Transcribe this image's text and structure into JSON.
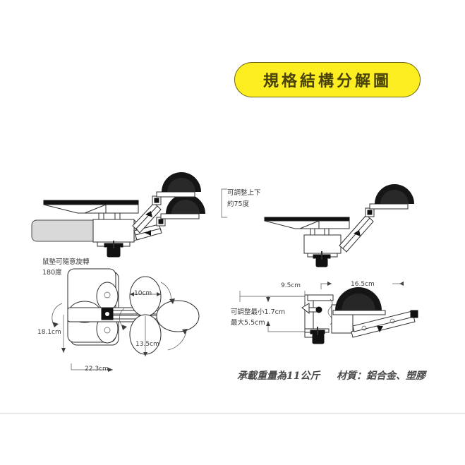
{
  "title": {
    "text": "規格結構分解圖",
    "bg_color": "#fcee21",
    "text_color": "#4a4408"
  },
  "diagrams": {
    "top_left": {
      "name": "side-view-two-positions",
      "annotation": {
        "line1": "可調整上下",
        "line2": "約75度"
      }
    },
    "top_right": {
      "name": "side-view-raised-position"
    },
    "bottom_left": {
      "name": "top-view-rotation",
      "annotation": {
        "line1": "鼠墊可隨意旋轉",
        "line2": "180度"
      },
      "dimensions": {
        "pad_width": "10cm",
        "swing_depth": "13.5cm",
        "tray_depth": "18.1cm",
        "tray_width": "22.3cm"
      }
    },
    "bottom_right": {
      "name": "clamp-detail-view",
      "annotation": {
        "line1": "可調整最小1.7cm",
        "line2": "最大5.5cm"
      },
      "dimensions": {
        "clamp_depth": "9.5cm",
        "pad_reach": "16.5cm"
      }
    }
  },
  "footer": {
    "load": "承載重量為11公斤",
    "material": "材質：鋁合金、塑膠"
  }
}
